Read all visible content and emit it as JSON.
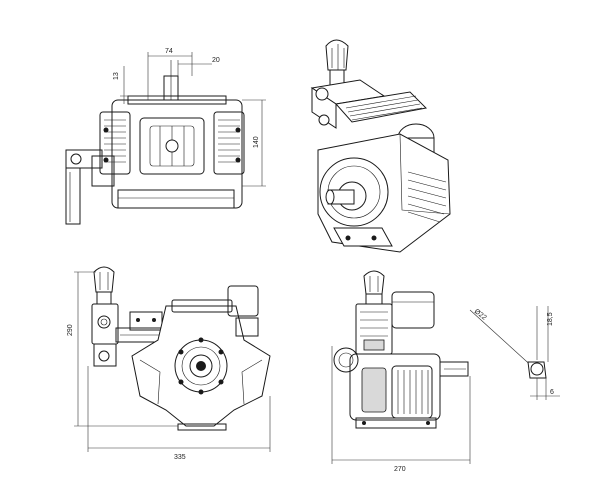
{
  "views": {
    "top": {
      "dims": {
        "d74": "74",
        "d20": "20",
        "d13": "13",
        "d140": "140"
      }
    },
    "iso": {},
    "front": {
      "dims": {
        "d290": "290",
        "d335": "335"
      }
    },
    "side": {
      "dims": {
        "d270": "270"
      }
    },
    "detail": {
      "dims": {
        "d22": "Ø22",
        "d18_5": "18,5",
        "d6": "6"
      }
    }
  }
}
